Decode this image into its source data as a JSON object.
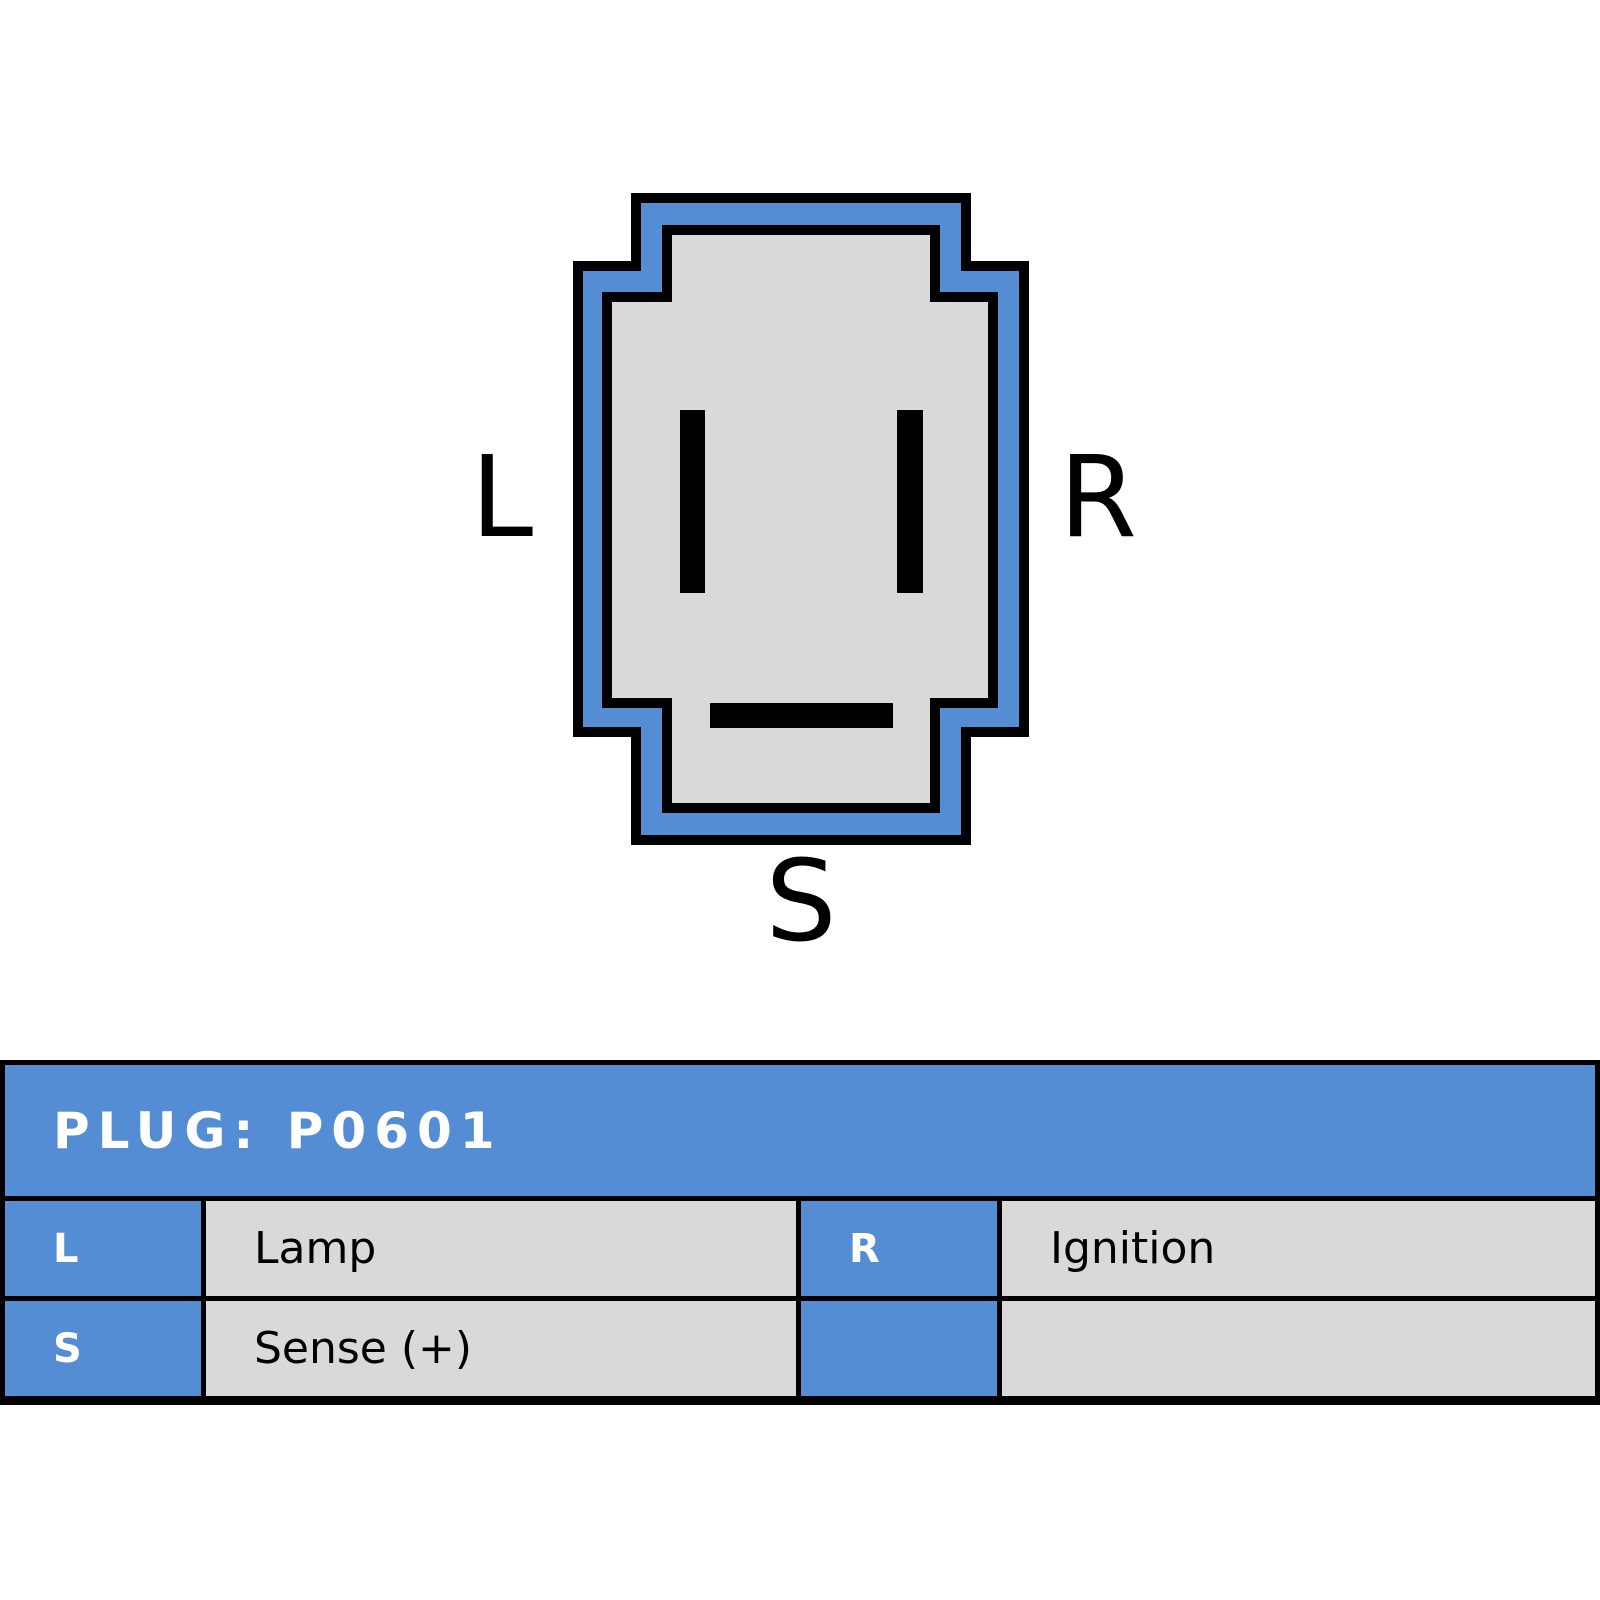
{
  "colors": {
    "accent_blue": "#548dd4",
    "body_gray": "#d9d9d9",
    "outline": "#000000",
    "background": "#ffffff",
    "header_text": "#ffffff"
  },
  "diagram": {
    "labels": {
      "left": "L",
      "right": "R",
      "bottom": "S"
    }
  },
  "table": {
    "title": "PLUG: P0601",
    "rows": [
      {
        "pin_a": "L",
        "desc_a": "Lamp",
        "pin_b": "R",
        "desc_b": "Ignition"
      },
      {
        "pin_a": "S",
        "desc_a": "Sense (+)",
        "pin_b": "",
        "desc_b": ""
      }
    ]
  }
}
